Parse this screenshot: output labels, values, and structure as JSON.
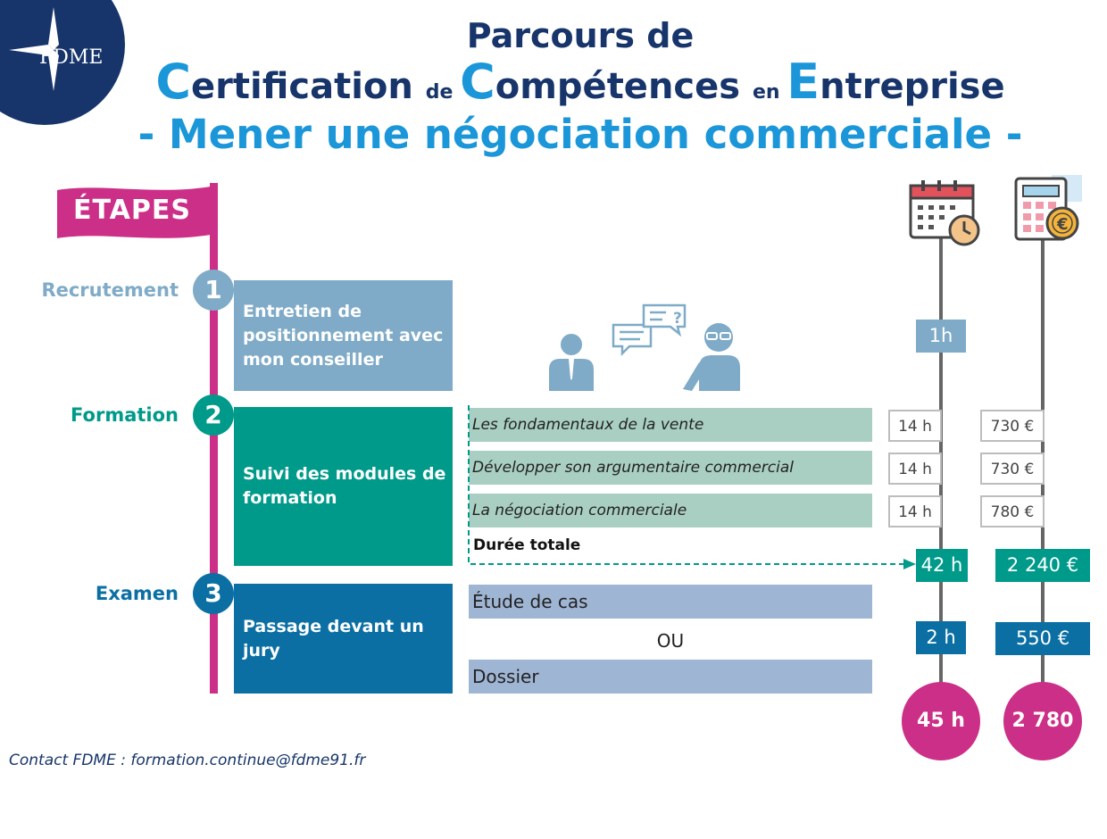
{
  "logo": {
    "text": "FDME"
  },
  "header": {
    "line1": "Parcours de",
    "line2": [
      {
        "t": "C",
        "s": "cap"
      },
      {
        "t": "ertification ",
        "s": "n"
      },
      {
        "t": "de ",
        "s": "small"
      },
      {
        "t": "C",
        "s": "cap"
      },
      {
        "t": "ompétences ",
        "s": "n"
      },
      {
        "t": "en ",
        "s": "small"
      },
      {
        "t": "E",
        "s": "cap"
      },
      {
        "t": "ntreprise",
        "s": "n"
      }
    ],
    "line3": "- Mener une négociation commerciale -"
  },
  "flag": {
    "label": "ÉTAPES"
  },
  "stages": [
    {
      "label": "Recrutement",
      "number": "1",
      "card": "Entretien de positionnement avec mon conseiller",
      "color": "#7fabc8"
    },
    {
      "label": "Formation",
      "number": "2",
      "card": "Suivi des modules de formation",
      "color": "#009a8a"
    },
    {
      "label": "Examen",
      "number": "3",
      "card": "Passage devant un jury",
      "color": "#0b6fa4"
    }
  ],
  "modules": [
    {
      "name": "Les fondamentaux de la vente",
      "hours": "14 h",
      "price": "730 €"
    },
    {
      "name": "Développer son argumentaire commercial",
      "hours": "14 h",
      "price": "730 €"
    },
    {
      "name": "La négociation commerciale",
      "hours": "14 h",
      "price": "780 €"
    }
  ],
  "duree_totale": "Durée totale",
  "recrutement_hours": "1h",
  "formation_totals": {
    "hours": "42 h",
    "price": "2 240 €"
  },
  "exam_options": {
    "first": "Étude de cas",
    "or": "OU",
    "second": "Dossier"
  },
  "exam_totals": {
    "hours": "2 h",
    "price": "550 €"
  },
  "grand_totals": {
    "hours": "45 h",
    "price": "2 780 €"
  },
  "contact": "Contact FDME : formation.continue@fdme91.fr",
  "colors": {
    "navy": "#17356b",
    "blue": "#1a96d9",
    "magenta": "#cc2f87",
    "teal": "#009a8a",
    "lightblue": "#7fabc8",
    "darkblue": "#0b6fa4"
  }
}
